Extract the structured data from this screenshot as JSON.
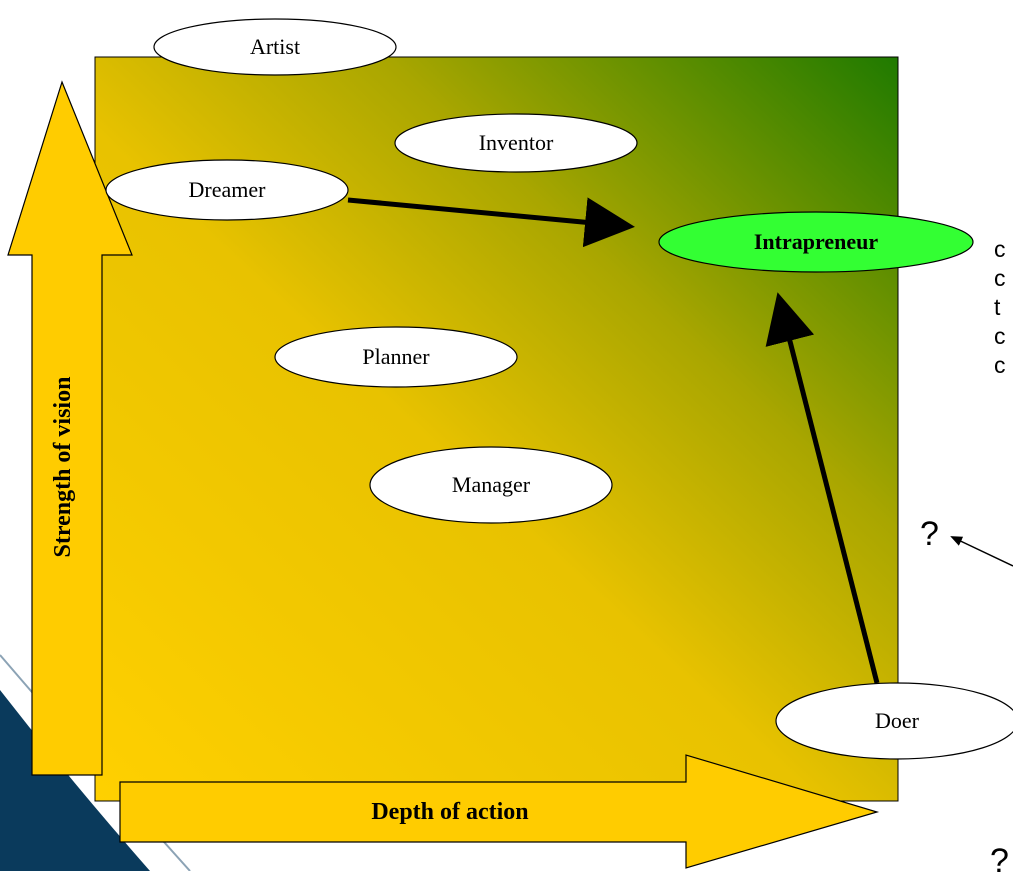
{
  "nodes": {
    "artist": "Artist",
    "inventor": "Inventor",
    "dreamer": "Dreamer",
    "intrapreneur": "Intrapreneur",
    "planner": "Planner",
    "manager": "Manager",
    "doer": "Doer"
  },
  "axes": {
    "vertical": "Strength of vision",
    "horizontal": "Depth of action"
  },
  "marks": {
    "question_1": "?",
    "question_2": "?"
  },
  "side_text_fragments": [
    "c",
    "c",
    "t",
    "c",
    "c"
  ],
  "colors": {
    "gradient_start": "#FFD000",
    "gradient_end": "#1F7A00",
    "arrow_fill": "#FFCC00",
    "highlight": "#33FF33",
    "navy_accent": "#0A3A5C"
  }
}
